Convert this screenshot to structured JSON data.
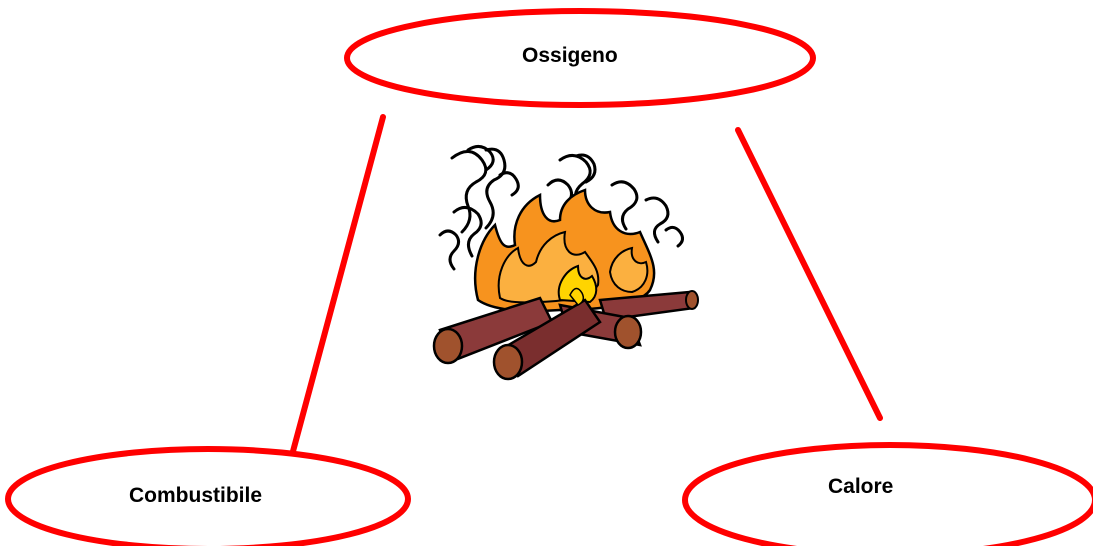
{
  "nodes": {
    "top": {
      "label": "Ossigeno"
    },
    "bottom_left": {
      "label": "Combustibile"
    },
    "bottom_right": {
      "label": "Calore"
    }
  },
  "colors": {
    "outline": "#ff0000",
    "flame_outer": "#f7931e",
    "flame_inner": "#ffd400",
    "log": "#8b3a3a",
    "stroke": "#000000"
  }
}
